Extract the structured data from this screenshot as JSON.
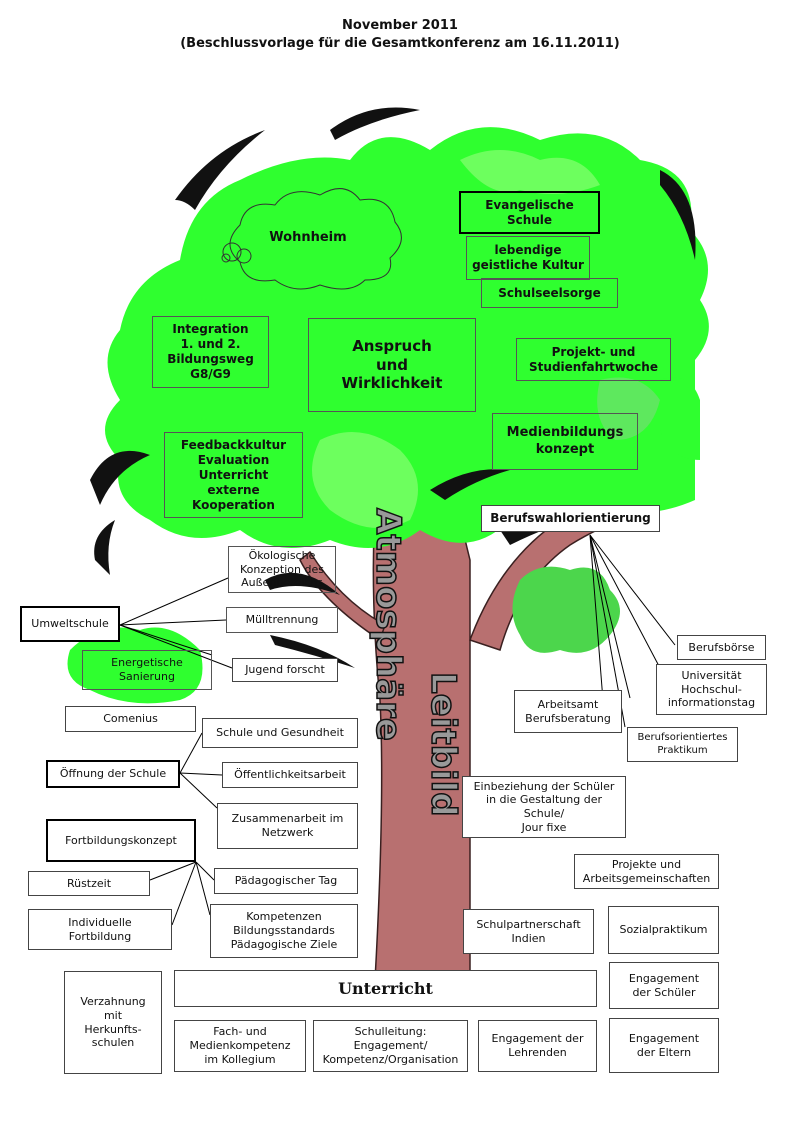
{
  "header": {
    "line1": "November 2011",
    "line2": "(Beschlussvorlage für die Gesamtkonferenz am 16.11.2011)"
  },
  "tree": {
    "trunk_labels": [
      "Atmosphäre",
      "Leitbild"
    ],
    "colors": {
      "foliage": "#2fff2f",
      "foliage_light": "#7dff6a",
      "trunk": "#b87070",
      "small_crown": "#4cd64c"
    }
  },
  "crown": {
    "wohnheim": "Wohnheim",
    "evangelische": "Evangelische\nSchule",
    "lebendige": "lebendige\ngeistliche Kultur",
    "schulseelsorge": "Schulseelsorge",
    "integration": "Integration\n1. und 2.\nBildungsweg\nG8/G9",
    "anspruch": "Anspruch\nund\nWirklichkeit",
    "projekt": "Projekt- und\nStudienfahrtwoche",
    "medien": "Medienbildungs\nkonzept",
    "feedback": "Feedbackkultur\nEvaluation\nUnterricht\nexterne\nKooperation",
    "berufswahl": "Berufswahlorientierung"
  },
  "left_branches": {
    "umweltschule": "Umweltschule",
    "oekologische": "Ökologische\nKonzeption des\nAußenbereichs",
    "muelltrennung": "Mülltrennung",
    "energetische": "Energetische\nSanierung",
    "jugend": "Jugend forscht",
    "comenius": "Comenius",
    "oeffnung": "Öffnung der Schule",
    "gesundheit": "Schule und Gesundheit",
    "oeffentlichkeit": "Öffentlichkeitsarbeit",
    "netzwerk": "Zusammenarbeit im\nNetzwerk",
    "fortbildung": "Fortbildungskonzept",
    "ruestzeit": "Rüstzeit",
    "paedtag": "Pädagogischer Tag",
    "individuelle": "Individuelle\nFortbildung",
    "kompetenzen": "Kompetenzen\nBildungsstandards\nPädagogische Ziele"
  },
  "right_branches": {
    "berufsboerse": "Berufsbörse",
    "universitaet": "Universität\nHochschul-\ninformationstag",
    "arbeitsamt": "Arbeitsamt\nBerufsberatung",
    "praktikum": "Berufsorientiertes\nPraktikum",
    "einbeziehung": "Einbeziehung der Schüler\nin die Gestaltung der\nSchule/\nJour fixe",
    "projekte": "Projekte und\nArbeitsgemeinschaften",
    "sozialpraktikum": "Sozialpraktikum",
    "schulpartner": "Schulpartnerschaft\nIndien",
    "engagement_schueler": "Engagement\nder Schüler"
  },
  "roots": {
    "verzahnung": "Verzahnung\nmit\nHerkunfts-\nschulen",
    "unterricht": "Unterricht",
    "fach": "Fach- und\nMedienkompetenz\nim Kollegium",
    "schulleitung": "Schulleitung:\nEngagement/\nKompetenz/Organisation",
    "lehrende": "Engagement der\nLehrenden",
    "eltern": "Engagement\nder Eltern"
  }
}
